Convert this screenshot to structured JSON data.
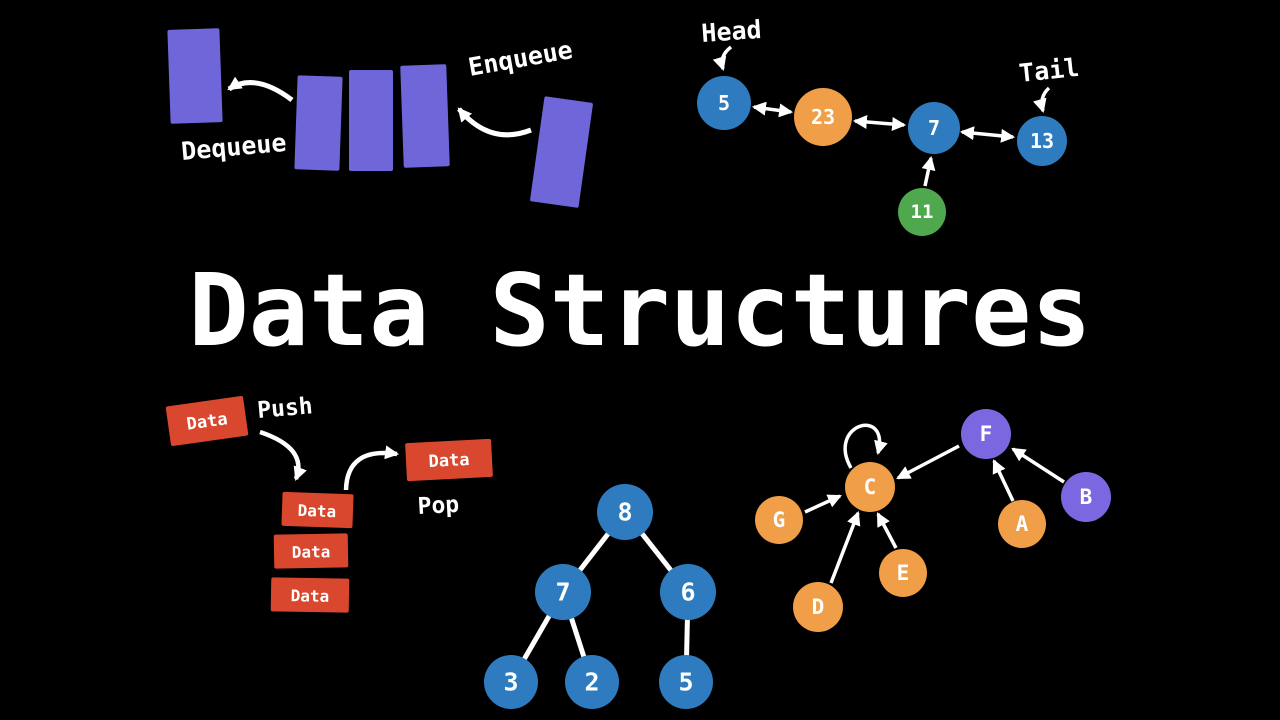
{
  "title": "Data Structures",
  "colors": {
    "background": "#000000",
    "text_white": "#ffffff",
    "queue_purple": "#6f66d9",
    "stack_red": "#d9472e",
    "node_blue": "#2e7cbf",
    "node_orange": "#f09e47",
    "node_green": "#4fa84e",
    "node_purple": "#7b68e0"
  },
  "queue": {
    "dequeue_label": "Dequeue",
    "enqueue_label": "Enqueue"
  },
  "linked_list": {
    "head_label": "Head",
    "tail_label": "Tail",
    "nodes": [
      {
        "value": "5",
        "color": "#2e7cbf"
      },
      {
        "value": "23",
        "color": "#f09e47"
      },
      {
        "value": "7",
        "color": "#2e7cbf"
      },
      {
        "value": "13",
        "color": "#2e7cbf"
      },
      {
        "value": "11",
        "color": "#4fa84e"
      }
    ],
    "structure": "Head->5<->23<->7<->13<-Tail, 11->7"
  },
  "stack": {
    "push_label": "Push",
    "pop_label": "Pop",
    "push_item": "Data",
    "pop_item": "Data",
    "items": [
      "Data",
      "Data",
      "Data"
    ]
  },
  "tree": {
    "nodes": [
      {
        "value": "8",
        "color": "#2e7cbf"
      },
      {
        "value": "7",
        "color": "#2e7cbf"
      },
      {
        "value": "6",
        "color": "#2e7cbf"
      },
      {
        "value": "3",
        "color": "#2e7cbf"
      },
      {
        "value": "2",
        "color": "#2e7cbf"
      },
      {
        "value": "5",
        "color": "#2e7cbf"
      }
    ],
    "edges": [
      "8-7",
      "8-6",
      "7-3",
      "7-2",
      "6-5"
    ]
  },
  "graph": {
    "nodes": [
      {
        "id": "C",
        "color": "#f09e47"
      },
      {
        "id": "F",
        "color": "#7b68e0"
      },
      {
        "id": "G",
        "color": "#f09e47"
      },
      {
        "id": "D",
        "color": "#f09e47"
      },
      {
        "id": "E",
        "color": "#f09e47"
      },
      {
        "id": "A",
        "color": "#f09e47"
      },
      {
        "id": "B",
        "color": "#7b68e0"
      }
    ],
    "edges": [
      "G->C",
      "D->C",
      "E->C",
      "F->C",
      "A->F",
      "B->F",
      "C->C"
    ]
  }
}
